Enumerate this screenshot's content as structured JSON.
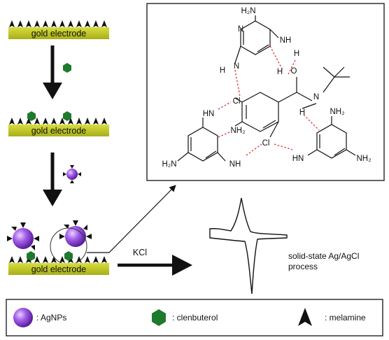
{
  "electrode": {
    "label_top": "gold electrode",
    "label_mid": "gold electrode",
    "label_bottom": "gold electrode"
  },
  "process": {
    "kcl_label": "KCl",
    "result_line1": "solid-state Ag/AgCl",
    "result_line2": "process"
  },
  "molecule": {
    "nh2_top1": "H₂N",
    "nh_top1": "NH",
    "h_top": "H",
    "o": "O",
    "h_left": "H",
    "n_left": "N",
    "h_hash": "H",
    "n_amine": "N",
    "cl_top": "Cl",
    "h_amine": "H",
    "hn_left": "HN",
    "nh2_center": "NH₂",
    "nh2_right_top": "NH₂",
    "cl_bottom": "Cl",
    "h2n_left": "H₂N",
    "nh_left": "NH",
    "hn_right": "HN",
    "nh2_right": "NH₂",
    "ring_n": "N"
  },
  "legend": {
    "agnp_label": ": AgNPs",
    "clenbuterol_label": ": clenbuterol",
    "melamine_label": ": melamine",
    "colors": {
      "agnp": "#9b4fe0",
      "clenbuterol": "#1e7a2c",
      "gold": "#c0c828",
      "hbond": "#e03030"
    }
  }
}
